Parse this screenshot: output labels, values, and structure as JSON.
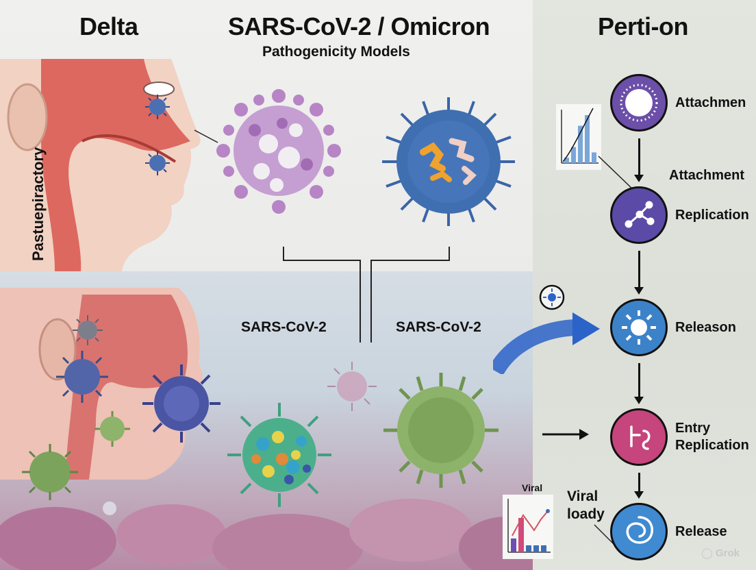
{
  "titles": {
    "left": "Delta",
    "center": "SARS-CoV-2 / Omicron",
    "subtitle": "Pathogenicity Models",
    "right": "Perti-on"
  },
  "head_side_label": "Pastuepiractory",
  "virus_labels": {
    "left": "SARS-CoV-2",
    "right": "SARS-CoV-2"
  },
  "steps": [
    {
      "label": "Attachmen",
      "icon": "ring-icon",
      "color": "#6b4fa8"
    },
    {
      "label": "Replication",
      "icon": "branch-icon",
      "color": "#5b4ba6"
    },
    {
      "label": "Releason",
      "icon": "sun-icon",
      "color": "#3c82c8"
    },
    {
      "label": "Entry\nReplication",
      "icon": "hook-icon",
      "color": "#c6457c"
    },
    {
      "label": "Release",
      "icon": "swirl-icon",
      "color": "#3f8ad0"
    }
  ],
  "step_side_label": "Attachment",
  "viral_load_label": "Viral\nloady",
  "mini_chart_label": "Viral",
  "mini_chart_top": {
    "type": "bar",
    "values": [
      1,
      3,
      7,
      9,
      2
    ],
    "note": "line rising over bars"
  },
  "mini_chart_bottom": {
    "type": "bar",
    "values": [
      2,
      5,
      1,
      1,
      1
    ]
  },
  "watermark": "Grok",
  "colors": {
    "purple_virus": "#b784c6",
    "blue_virus": "#3f6fb0",
    "green_virus": "#7ea35a",
    "accent_arrow": "#2c63c8"
  }
}
